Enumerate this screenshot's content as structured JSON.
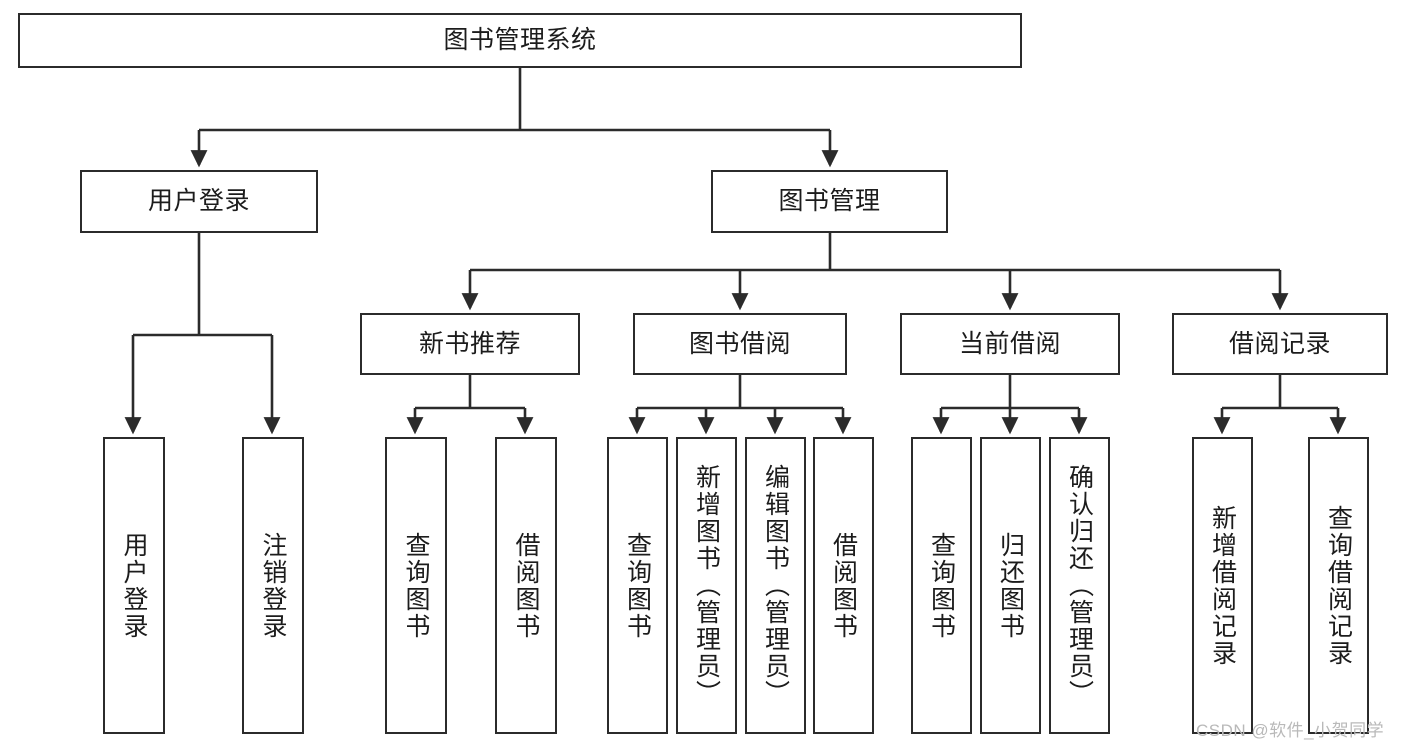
{
  "diagram": {
    "type": "tree-hierarchy",
    "title": "图书管理系统",
    "orientation": "top-down",
    "stroke_color": "#2b2b2b",
    "fill_color": "#ffffff",
    "text_color": "#1c1c1c"
  },
  "root": {
    "label": "图书管理系统"
  },
  "level2": [
    {
      "label": "用户登录"
    },
    {
      "label": "图书管理"
    }
  ],
  "level3": [
    {
      "label": "新书推荐"
    },
    {
      "label": "图书借阅"
    },
    {
      "label": "当前借阅"
    },
    {
      "label": "借阅记录"
    }
  ],
  "leaves": {
    "user_login": [
      {
        "label": "用户登录"
      },
      {
        "label": "注销登录"
      }
    ],
    "new_book": [
      {
        "label": "查询图书"
      },
      {
        "label": "借阅图书"
      }
    ],
    "book_borrow": [
      {
        "label": "查询图书"
      },
      {
        "label": "新增图书（管理员）"
      },
      {
        "label": "编辑图书（管理员）"
      },
      {
        "label": "借阅图书"
      }
    ],
    "current_borrow": [
      {
        "label": "查询图书"
      },
      {
        "label": "归还图书"
      },
      {
        "label": "确认归还（管理员）"
      }
    ],
    "borrow_record": [
      {
        "label": "新增借阅记录"
      },
      {
        "label": "查询借阅记录"
      }
    ]
  },
  "watermark": {
    "text": "CSDN @软件_小贺同学"
  }
}
